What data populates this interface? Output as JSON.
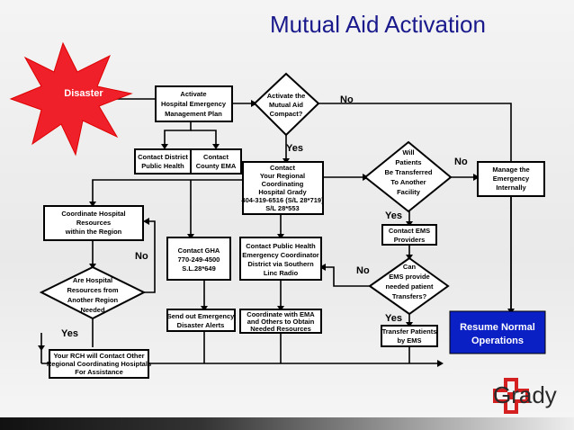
{
  "title": "Mutual Aid Activation",
  "nodes": {
    "disaster": [
      "Disaster"
    ],
    "activate_plan": [
      "Activate",
      "Hospital Emergency",
      "Management  Plan"
    ],
    "compact": [
      "Activate the",
      "Mutual Aid",
      "Compact?"
    ],
    "district": [
      "Contact District",
      "Public Health"
    ],
    "county": [
      "Contact",
      "County EMA"
    ],
    "grady": [
      "Contact",
      "Your Regional",
      "Coordinating",
      "Hospital Grady",
      "404-319-6516 (S/L 28*719)",
      "S/L 28*553"
    ],
    "transfer_q": [
      "Will",
      "Patients",
      "Be  Transferred",
      "To Another",
      "Facility"
    ],
    "manage": [
      "Manage the",
      "Emergency",
      "Internally"
    ],
    "coord_resources": [
      "Coordinate Hospital",
      "Resources",
      "within the Region"
    ],
    "gha": [
      "Contact GHA",
      "770-249-4500",
      "S.L.28*649"
    ],
    "public_health": [
      "Contact Public Health",
      "Emergency Coordinator",
      "District  via Southern",
      "Linc Radio"
    ],
    "ems": [
      "Contact EMS",
      "Providers"
    ],
    "ems_q": [
      "Can",
      "EMS provide",
      "needed patient",
      "Transfers?"
    ],
    "resources_q": [
      "Are Hospital",
      "Resources from",
      "Another Region",
      "Needed"
    ],
    "alerts": [
      "Send out Emergency",
      "Disaster Alerts"
    ],
    "coord_ema": [
      "Coordinate with  EMA",
      "and Others  to Obtain",
      "Needed Resources"
    ],
    "transfer_ems": [
      "Transfer Patients",
      "by EMS"
    ],
    "resume": [
      "Resume Normal",
      "Operations"
    ],
    "rch": [
      "Your RCH will Contact Other",
      "Regional Coordinating Hosiptals",
      "For Assistance"
    ]
  },
  "labels": {
    "no_compact": "No",
    "yes_compact": "Yes",
    "no_transfer": "No",
    "yes_transfer": "Yes",
    "no_resources": "No",
    "no_ems": "No",
    "yes_ems": "Yes",
    "yes_resources": "Yes"
  },
  "logo": {
    "text": "Grady",
    "color": "#d42020"
  }
}
